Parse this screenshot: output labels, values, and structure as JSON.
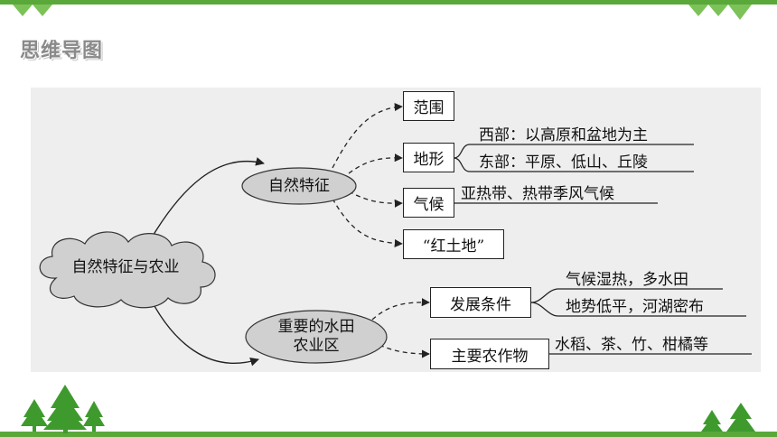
{
  "title": "思维导图",
  "mindmap": {
    "root": "自然特征与农业",
    "branch1": {
      "label": "自然特征",
      "items": {
        "scope": "范围",
        "terrain": "地形",
        "climate": "气候",
        "soil": "“红土地”"
      },
      "details": {
        "terrain_west": "西部：以高原和盆地为主",
        "terrain_east": "东部：平原、低山、丘陵",
        "climate": "亚热带、热带季风气候"
      }
    },
    "branch2": {
      "label_line1": "重要的水田",
      "label_line2": "农业区",
      "items": {
        "conditions": "发展条件",
        "crops": "主要农作物"
      },
      "details": {
        "conditions_1": "气候湿热，多水田",
        "conditions_2": "地势低平，河湖密布",
        "crops": "水稻、茶、竹、柑橘等"
      }
    }
  },
  "colors": {
    "accent": "#5aa83a",
    "panel": "#eeeeee",
    "node_fill": "#d0d0d0"
  }
}
